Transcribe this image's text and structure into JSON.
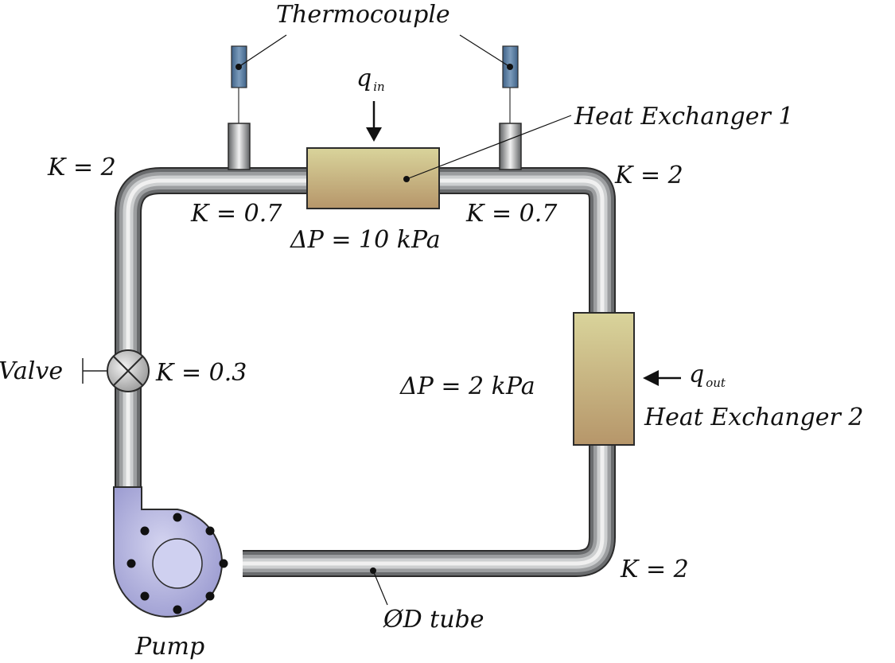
{
  "labels": {
    "thermocouple": "Thermocouple",
    "q_in_symbol": "q",
    "q_in_sub": "in",
    "heat_exchanger_1": "Heat Exchanger 1",
    "k_top_left": "K = 2",
    "k_top_right": "K = 2",
    "k_bottom_right": "K = 2",
    "k_tee_left": "K = 0.7",
    "k_tee_right": "K = 0.7",
    "dp_hx1": "ΔP = 10 kPa",
    "valve": "Valve",
    "k_valve": "K = 0.3",
    "dp_hx2": "ΔP = 2 kPa",
    "q_out_symbol": "q",
    "q_out_sub": "out",
    "heat_exchanger_2": "Heat Exchanger 2",
    "tube": "ØD tube",
    "pump": "Pump"
  },
  "colors": {
    "pipe_dark": "#5f6163",
    "pipe_light": "#f2f2f2",
    "exchanger_top": "#d9d49b",
    "exchanger_bottom": "#b6966a",
    "pump_body": "#9e9ed2",
    "pump_hub": "#cfd0f0",
    "thermocouple_probe": "#54799e"
  }
}
